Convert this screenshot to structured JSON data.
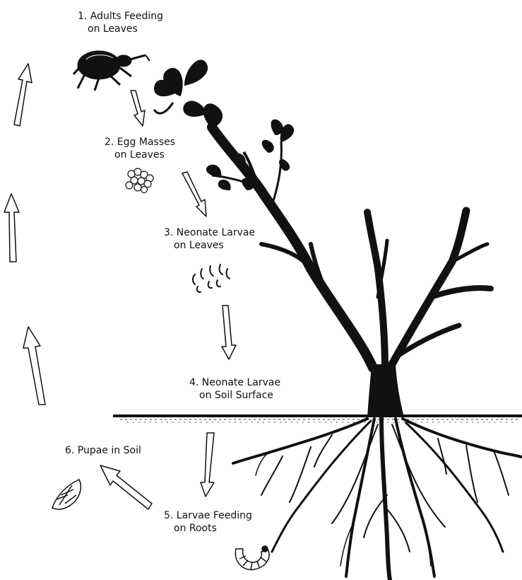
{
  "stages": [
    {
      "id": "1",
      "line1": "1. Adults Feeding",
      "line2": "on Leaves"
    },
    {
      "id": "2",
      "line1": "2. Egg Masses",
      "line2": "on Leaves"
    },
    {
      "id": "3",
      "line1": "3. Neonate Larvae",
      "line2": "on Leaves"
    },
    {
      "id": "4",
      "line1": "4. Neonate Larvae",
      "line2": "on Soil Surface"
    },
    {
      "id": "5",
      "line1": "5. Larvae Feeding",
      "line2": "on Roots"
    },
    {
      "id": "6",
      "line1": "6. Pupae in Soil",
      "line2": ""
    }
  ],
  "icons": [
    "beetle-icon",
    "egg-mass-icon",
    "neonate-larvae-icon",
    "larva-icon",
    "pupa-icon",
    "tree-illustration"
  ],
  "colors": {
    "ink": "#111111",
    "arrow_fill": "#ffffff",
    "background": "#ffffff"
  }
}
